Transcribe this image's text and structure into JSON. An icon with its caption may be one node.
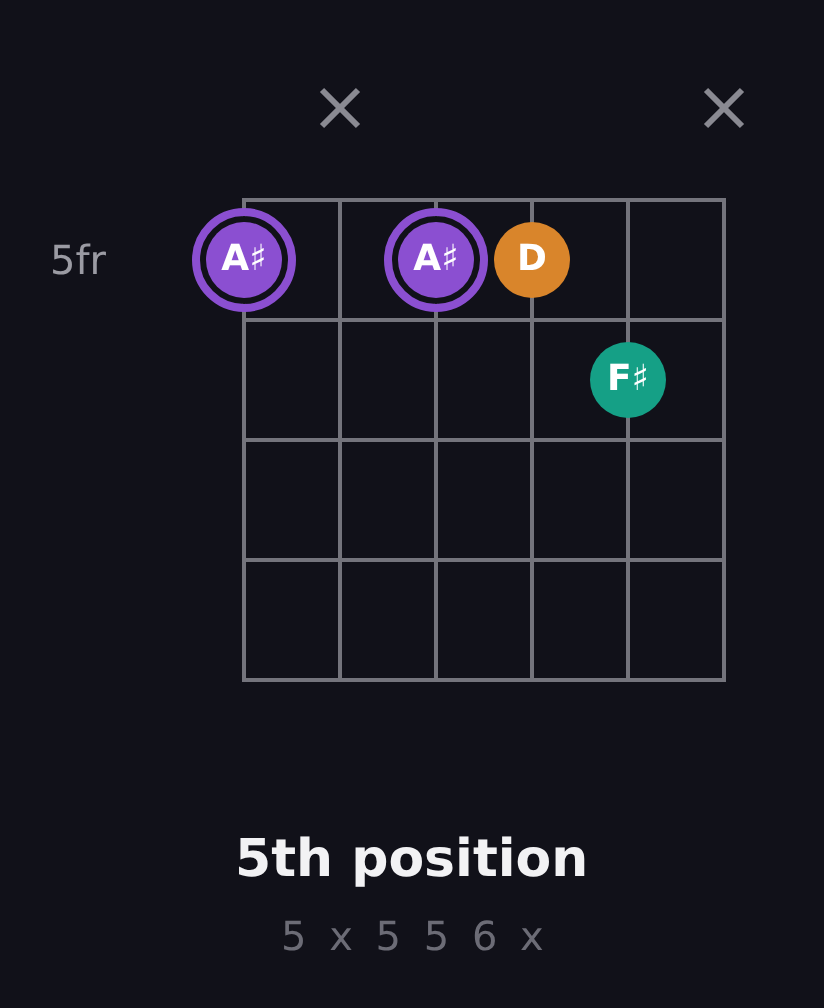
{
  "diagram": {
    "title": "5th position",
    "nodes": [
      {
        "text": [
          "A♯"
        ]
      },
      {
        "text": [
          "A♯"
        ]
      },
      {
        "text": [
          "D"
        ]
      },
      {
        "text": [
          "F♯"
        ]
      }
    ],
    "labels": [
      "5fr",
      "5 x 5 5 6 x"
    ]
  }
}
